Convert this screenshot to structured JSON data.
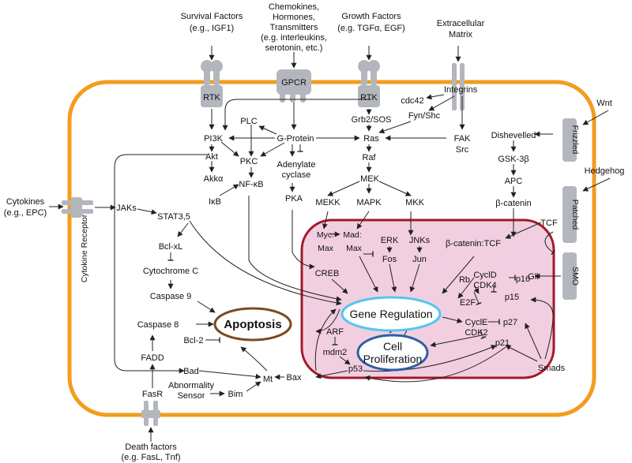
{
  "labels": {
    "survival_factors": "Survival Factors",
    "survival_factors_eg": "(e.g., IGF1)",
    "chemokines_1": "Chemokines,",
    "chemokines_2": "Hormones,",
    "chemokines_3": "Transmitters",
    "chemokines_4": "(e.g. interleukins,",
    "chemokines_5": "serotonin, etc.)",
    "growth_factors": "Growth Factors",
    "growth_factors_eg": "(e.g. TGFα, EGF)",
    "ecm_1": "Extracellular",
    "ecm_2": "Matrix",
    "wnt": "Wnt",
    "hedgehog": "Hedgehog",
    "cytokines": "Cytokines",
    "cytokines_eg": "(e.g., EPC)",
    "death_factors": "Death factors",
    "death_factors_eg": "(e.g. FasL, Tnf)",
    "rtk_left": "RTK",
    "gpcr": "GPCR",
    "rtk_right": "RTK",
    "integrins": "Integrins",
    "frizzled": "Frizzled",
    "patched": "Patched",
    "smo": "SMO",
    "cytokine_receptor": "Cytokine Receptor",
    "fasr": "FasR",
    "cdc42": "cdc42",
    "pi3k": "PI3K",
    "plc": "PLC",
    "g_protein": "G-Protein",
    "ras": "Ras",
    "grb2_sos": "Grb2/SOS",
    "fyn_shc": "Fyn/Shc",
    "fak": "FAK",
    "src": "Src",
    "akt": "Akt",
    "pkc": "PKC",
    "raf": "Raf",
    "akka": "Akkα",
    "nfkb": "NF-κB",
    "adenylate_1": "Adenylate",
    "adenylate_2": "cyclase",
    "ikb": "IκB",
    "pka": "PKA",
    "mek": "MEK",
    "mekk": "MEKK",
    "mapk": "MAPK",
    "mkk": "MKK",
    "jaks": "JAKs",
    "stat": "STAT3,5",
    "bclxl": "Bcl-xL",
    "cytochrome": "Cytochrome C",
    "caspase9": "Caspase 9",
    "caspase8": "Caspase 8",
    "apoptosis": "Apoptosis",
    "fadd": "FADD",
    "bcl2": "Bcl-2",
    "bad": "Bad",
    "mt": "Mt",
    "abnormality_1": "Abnormality",
    "abnormality_2": "Sensor",
    "bim": "Bim",
    "bax": "Bax",
    "dishevelled": "Dishevelled",
    "gsk3b": "GSK-3β",
    "apc": "APC",
    "bcatenin": "β-catenin",
    "tcf": "TCF",
    "bcatenin_tcf": "β-catenin:TCF",
    "gli": "Gli",
    "smads": "Smads",
    "myc": "Myc:",
    "mad": "Mad:",
    "max_1": "Max",
    "max_2": "Max",
    "erk": "ERK",
    "fos": "Fos",
    "jnks": "JNKs",
    "jun": "Jun",
    "creb": "CREB",
    "gene_regulation": "Gene Regulation",
    "cell_prolif_1": "Cell",
    "cell_prolif_2": "Proliferation",
    "arf": "ARF",
    "mdm2": "mdm2",
    "p53": "p53",
    "rb": "Rb",
    "e2f": "E2F",
    "cycld": "CyclD",
    "cdk4": "CDK4",
    "p16": "p16",
    "p15": "p15",
    "cycle": "CyclE",
    "cdk2": "CDK2",
    "p27": "p27",
    "p21": "p21"
  },
  "colors": {
    "cell_membrane": "#f39c1f",
    "nucleus_fill": "#f2cfe0",
    "nucleus_border": "#a3182b",
    "receptor": "#b3b7bd",
    "apoptosis_ring": "#7a4a1f",
    "gene_ring": "#52c7f0",
    "prolif_ring": "#2f5ea6"
  }
}
